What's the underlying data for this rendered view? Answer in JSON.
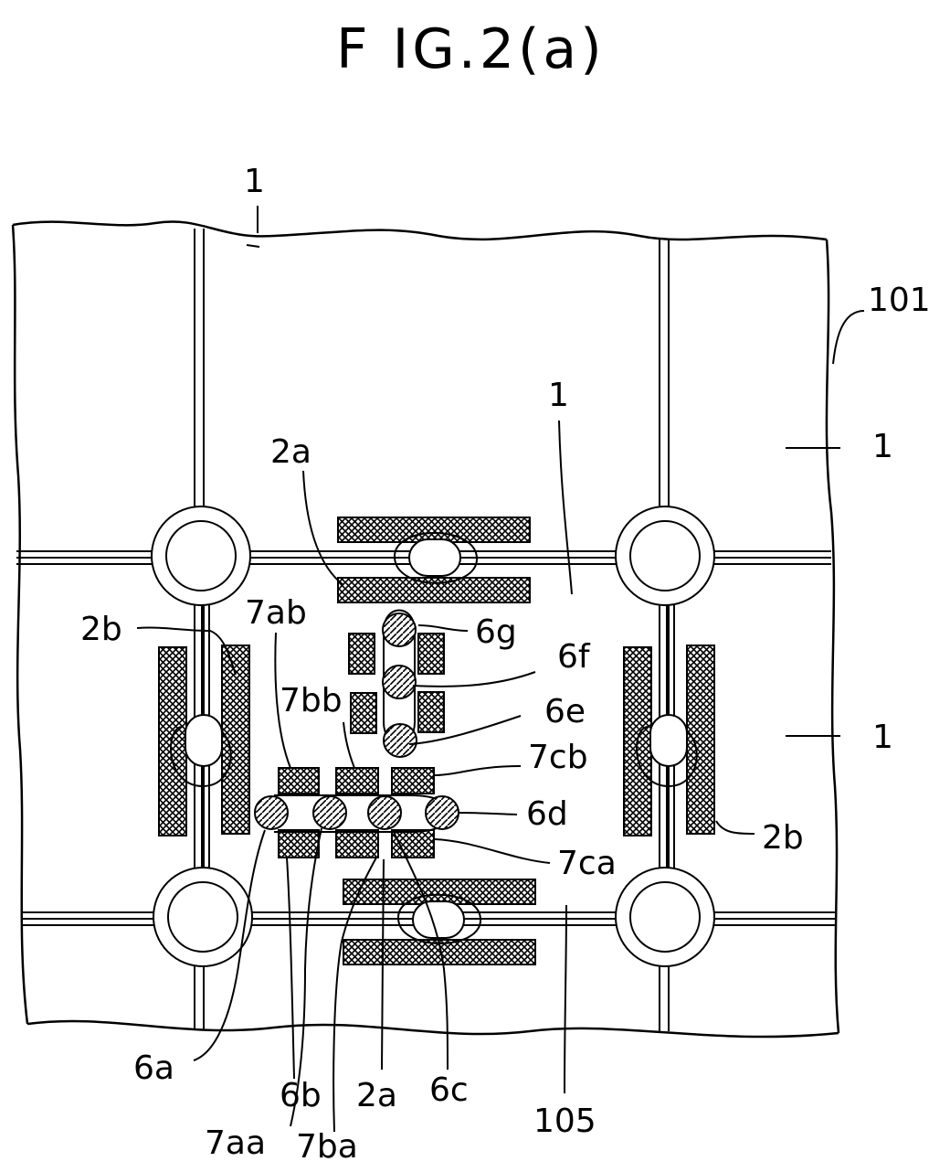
{
  "figure": {
    "title": "F IG.2(a)",
    "labels": {
      "chip_top": "1",
      "chip_center": "1",
      "chip_right_upper": "1",
      "chip_right_lower": "1",
      "wafer": "101",
      "scribe_region": "105",
      "pad_2a_top": "2a",
      "pad_2a_bottom": "2a",
      "pad_2b_left": "2b",
      "pad_2b_right": "2b",
      "bump_6a": "6a",
      "bump_6b": "6b",
      "bump_6c": "6c",
      "bump_6d": "6d",
      "bump_6e": "6e",
      "bump_6f": "6f",
      "bump_6g": "6g",
      "pad_7aa": "7aa",
      "pad_7ab": "7ab",
      "pad_7ba": "7ba",
      "pad_7bb": "7bb",
      "pad_7ca": "7ca",
      "pad_7cb": "7cb"
    }
  }
}
